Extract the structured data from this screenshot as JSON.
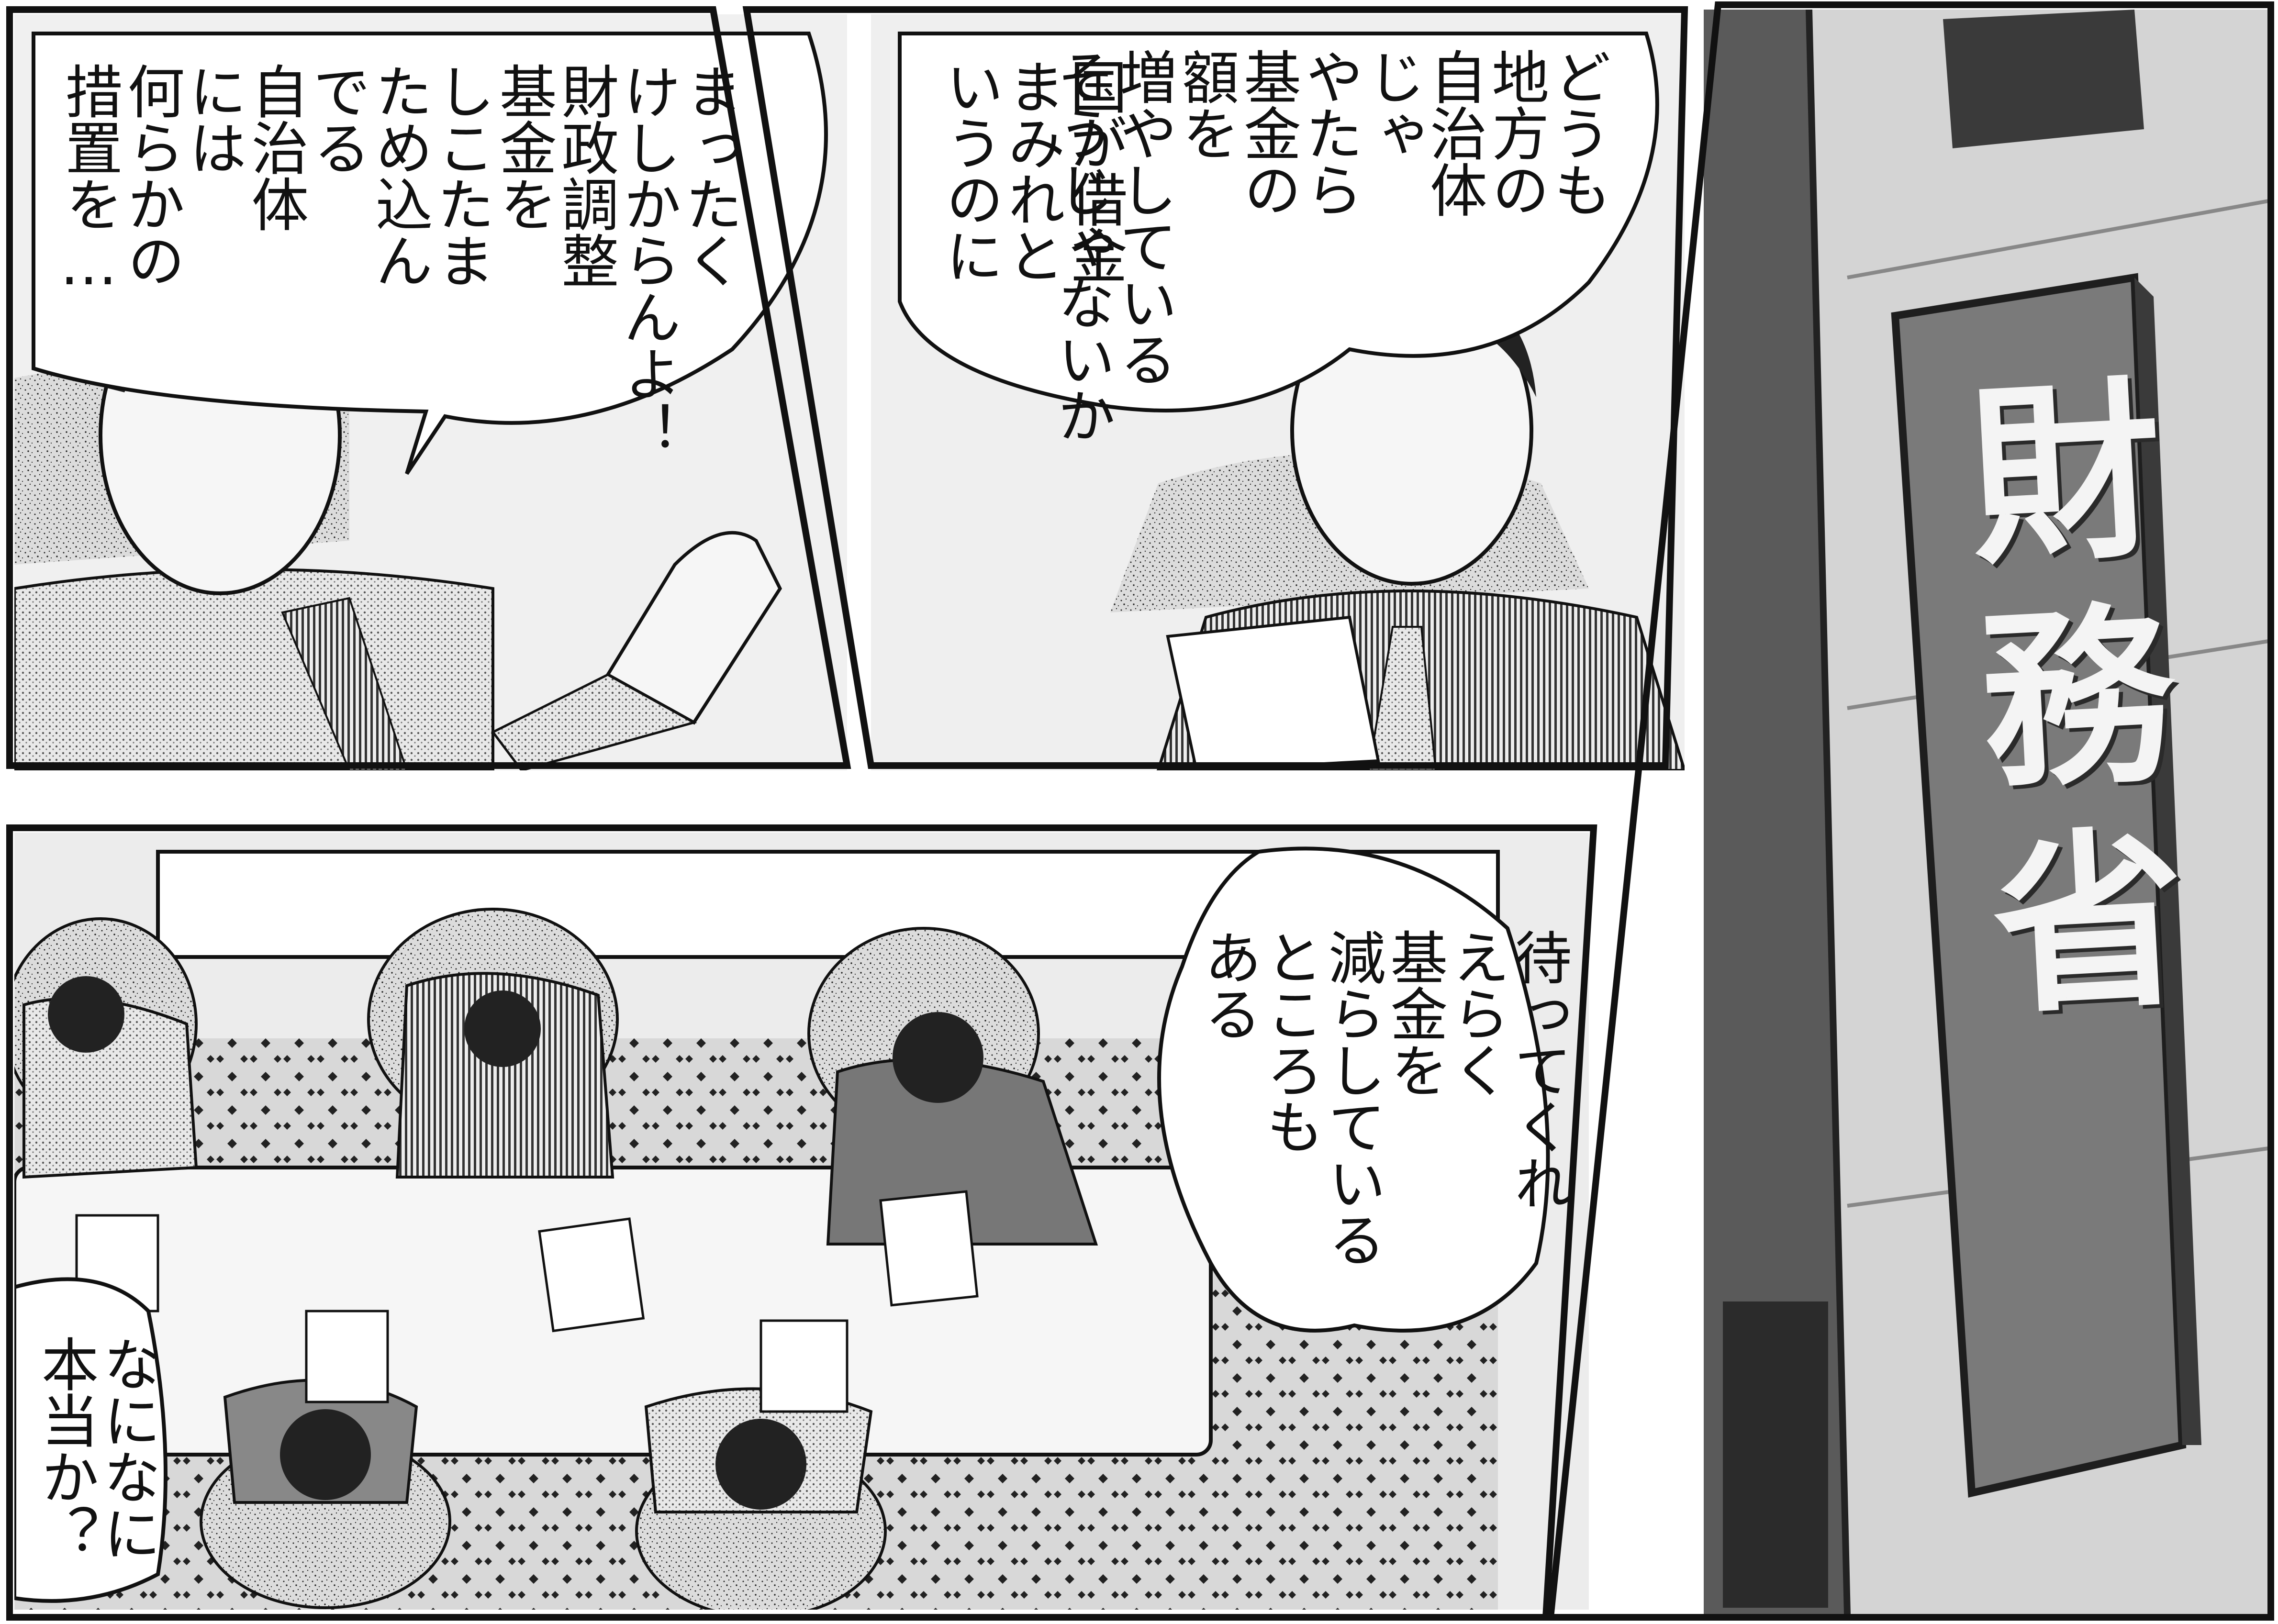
{
  "panels": {
    "top_left": {
      "speech": "まったく\nけしからんよ！\n財政調整\n基金を\nしこたま\nため込ん\nでる\n自治体\nには\n何らかの\n措置を…"
    },
    "top_middle": {
      "speech_1": "どうも\n地方の\n自治体\nじゃ\nやたら\n基金の\n額を\n増やしている\nそうじゃないか",
      "speech_2": "国が借金\nまみれと\nいうのに"
    },
    "right": {
      "sign_text": "財務省"
    },
    "bottom": {
      "speech_1": "待ってくれ\nえらく\n基金を\n減らしている\nところも\nある",
      "speech_2": "なになに\n本当か？"
    }
  },
  "colors": {
    "ink": "#111111",
    "screentone": "#9a9a9a",
    "sign_plate": "#7a7a7a",
    "building": "#cfcfcf"
  }
}
